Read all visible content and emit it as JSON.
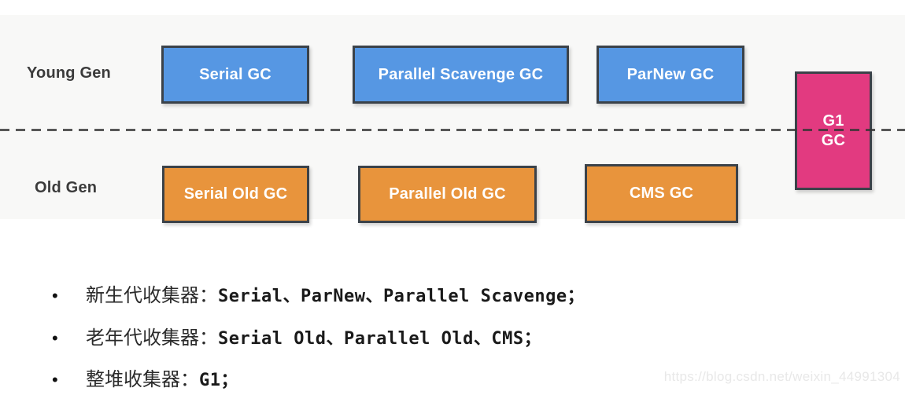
{
  "diagram": {
    "young_gen_label": "Young Gen",
    "old_gen_label": "Old Gen",
    "young_boxes": [
      {
        "label": "Serial GC"
      },
      {
        "label": "Parallel Scavenge GC"
      },
      {
        "label": "ParNew GC"
      }
    ],
    "old_boxes": [
      {
        "label": "Serial Old GC"
      },
      {
        "label": "Parallel Old GC"
      },
      {
        "label": "CMS GC"
      }
    ],
    "g1_box": {
      "line1": "G1",
      "line2": "GC"
    },
    "colors": {
      "young_box_fill": "#5697e3",
      "old_box_fill": "#e8943c",
      "g1_box_fill": "#e23a80",
      "box_border": "#3b4249",
      "panel_background": "#f8f8f7",
      "dashed_line": "#343434",
      "box_text": "#ffffff",
      "gen_label_text": "#3b3b3b"
    }
  },
  "bullets": [
    {
      "bullet_char": "•",
      "label": "新生代收集器：",
      "code": "Serial、ParNew、Parallel Scavenge；"
    },
    {
      "bullet_char": "•",
      "label": "老年代收集器：",
      "code": "Serial Old、Parallel Old、CMS；"
    },
    {
      "bullet_char": "•",
      "label": "整堆收集器：",
      "code": "G1；"
    }
  ],
  "watermark": "https://blog.csdn.net/weixin_44991304"
}
